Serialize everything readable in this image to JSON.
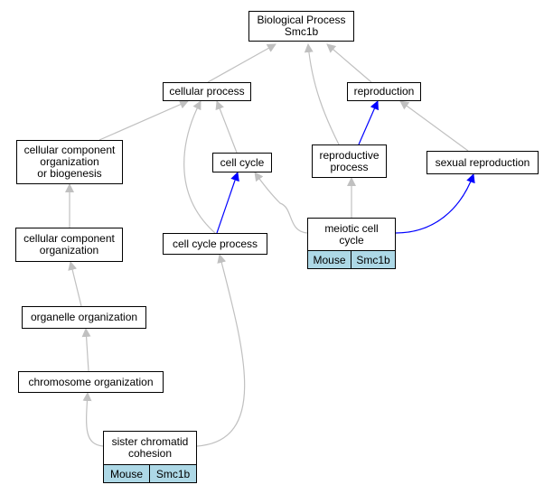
{
  "nodes": {
    "bp": "Biological Process\nSmc1b",
    "cellular_process": "cellular process",
    "reproduction": "reproduction",
    "ccob": "cellular component\norganization\nor biogenesis",
    "cell_cycle": "cell cycle",
    "reproductive_process": "reproductive\nprocess",
    "sexual_reproduction": "sexual reproduction",
    "cco": "cellular component\norganization",
    "cell_cycle_process": "cell cycle process",
    "meiotic": "meiotic cell\ncycle",
    "organelle_org": "organelle organization",
    "chromosome_org": "chromosome organization",
    "sister": "sister chromatid\ncohesion"
  },
  "tags": {
    "meiotic": [
      "Mouse",
      "Smc1b"
    ],
    "sister": [
      "Mouse",
      "Smc1b"
    ]
  },
  "colors": {
    "edge_gray": "#c0c0c0",
    "edge_blue": "#0000ff",
    "tag_bg": "#add8e6"
  }
}
